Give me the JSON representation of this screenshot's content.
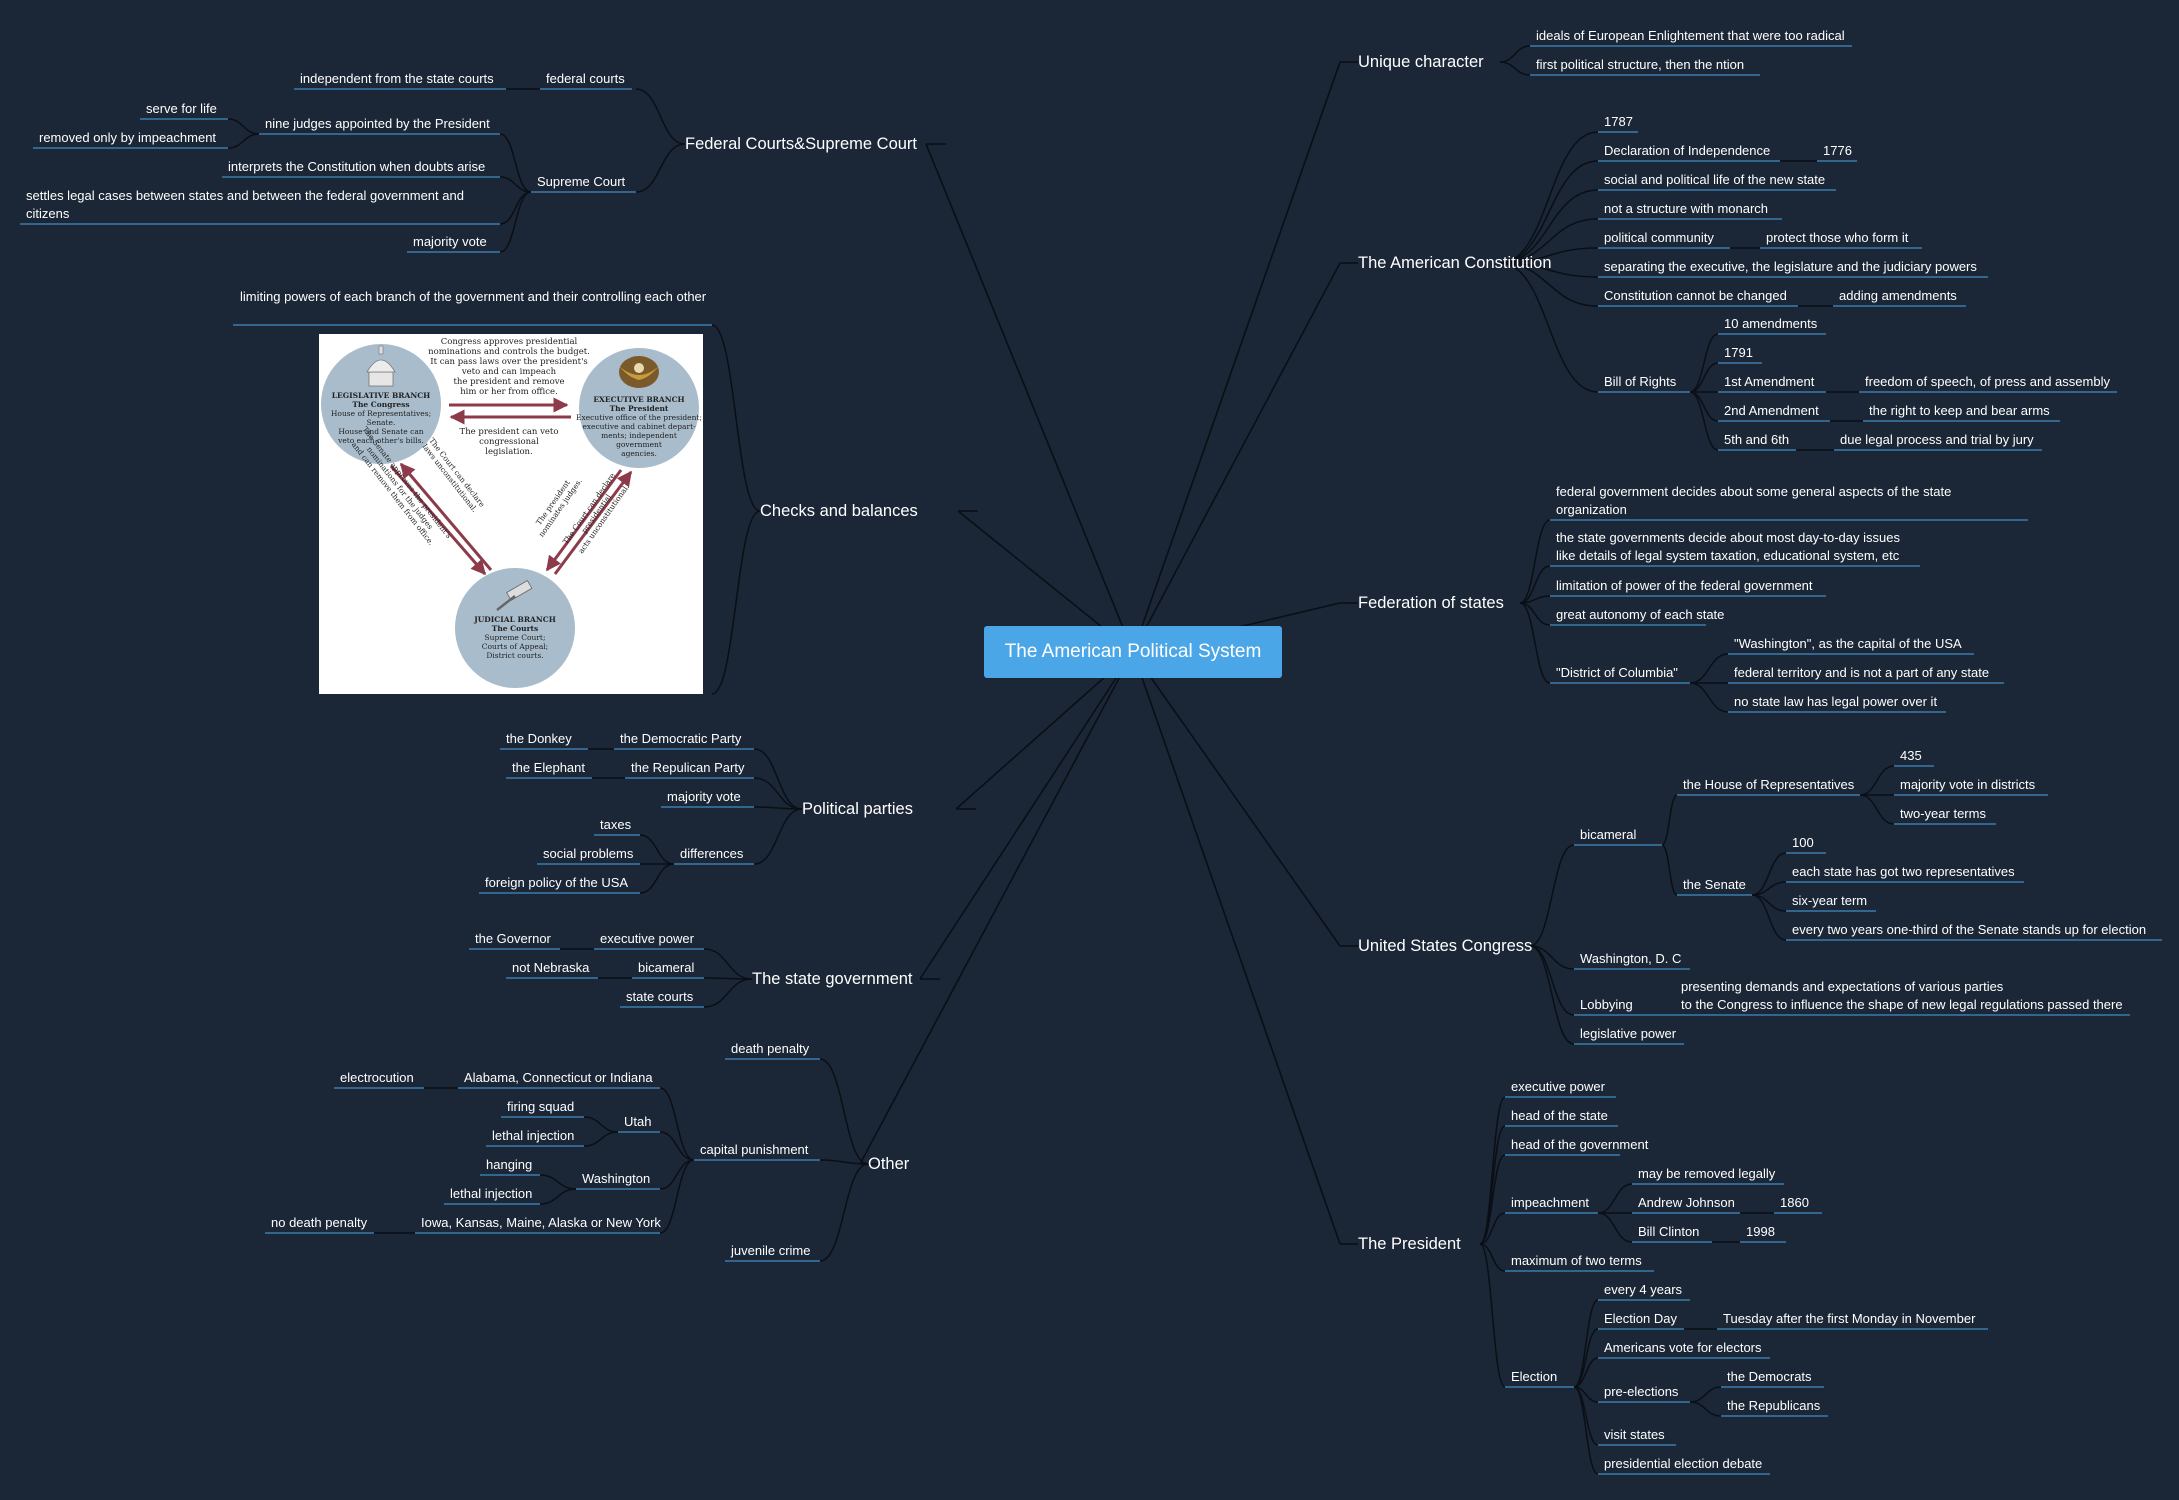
{
  "central": "The American Political System",
  "colors": {
    "background": "#1b2636",
    "central": "#4aa6e6",
    "underline": "#4aa6e6",
    "branch_line": "#0a0f16"
  },
  "right": {
    "unique": {
      "title": "Unique character",
      "items": [
        "ideals of European Enlightement that were too radical",
        "first political structure, then the ntion"
      ]
    },
    "constitution": {
      "title": "The American Constitution",
      "items": [
        "1787",
        "Declaration of Independence",
        "1776",
        "social and political life of the new state",
        "not a structure with monarch",
        "political community",
        "protect those who form it",
        "separating the executive, the legislature and the judiciary powers",
        "Constitution cannot be changed",
        "adding amendments"
      ],
      "bill": {
        "title": "Bill of Rights",
        "items": [
          "10 amendments",
          "1791",
          "1st Amendment",
          "freedom of speech, of press and assembly",
          "2nd Amendment",
          "the right to keep and bear arms",
          "5th and 6th",
          "due legal process and trial by jury"
        ]
      }
    },
    "federation": {
      "title": "Federation of states",
      "items": [
        "federal government decides about some general aspects of the state organization",
        "the state governments decide about most day-to-day issues\nlike details of legal system taxation, educational system, etc",
        "limitation of power of the federal government",
        "great autonomy of each state"
      ],
      "district": {
        "title": "\"District of Columbia\"",
        "items": [
          "\"Washington\", as the capital of the USA",
          "federal territory and is not a part of any state",
          "no state law has legal power over it"
        ]
      }
    },
    "congress": {
      "title": "United States Congress",
      "bicameral": "bicameral",
      "house": {
        "title": "the House of Representatives",
        "items": [
          "435",
          "majority vote in districts",
          "two-year terms"
        ]
      },
      "senate": {
        "title": "the Senate",
        "items": [
          "100",
          "each state has got two representatives",
          "six-year term",
          "every two years one-third of the Senate stands up for election"
        ]
      },
      "items": [
        "Washington, D. C",
        "Lobbying",
        "presenting demands and expectations of various parties\nto the Congress to influence the shape of new legal regulations passed there",
        "legislative power"
      ]
    },
    "president": {
      "title": "The President",
      "items": [
        "executive power",
        "head of the state",
        "head of the government",
        "impeachment",
        "may be removed legally",
        "Andrew Johnson",
        "1860",
        "Bill Clinton",
        "1998",
        "maximum of two terms"
      ],
      "election": {
        "title": "Election",
        "items": [
          "every 4 years",
          "Election Day",
          "Tuesday after the first Monday in November",
          "Americans vote for electors",
          "pre-elections",
          "the Democrats",
          "the Republicans",
          "visit states",
          "presidential election debate"
        ]
      }
    }
  },
  "left": {
    "courts": {
      "title": "Federal Courts&Supreme Court",
      "items": [
        "federal courts",
        "independent from the state courts",
        "Supreme Court",
        "nine judges appointed by the President",
        "serve for life",
        "removed only by impeachment",
        "interprets the Constitution when doubts arise",
        "settles legal cases between states and between the federal government and citizens",
        "majority vote"
      ]
    },
    "checks": {
      "title": "Checks and balances",
      "items": [
        "limiting powers of each branch of the government and their controlling each other"
      ],
      "image": {
        "top_text": [
          "Congress approves presidential",
          "nominations and controls the budget.",
          "It can pass laws over the president's",
          "veto and can impeach",
          "the president and remove",
          "him or her from office."
        ],
        "mid_text": [
          "The president can veto",
          "congressional",
          "legislation."
        ],
        "legislative": [
          "LEGISLATIVE BRANCH",
          "The Congress",
          "House of Representatives;",
          "Senate.",
          "House and Senate can",
          "veto each other's bills."
        ],
        "executive": [
          "EXECUTIVE BRANCH",
          "The President",
          "Executive office of the president;",
          "executive and cabinet depart-",
          "ments; independent",
          "government",
          "agencies."
        ],
        "judicial": [
          "JUDICIAL BRANCH",
          "The Courts",
          "Supreme Court;",
          "Courts of Appeal;",
          "District courts."
        ],
        "diag_left": [
          "The Senate approves the president's",
          "nominations for the judges",
          "and can remove them from office."
        ],
        "diag_left2": [
          "The Court can declare",
          "laws unconstitutional."
        ],
        "diag_right": [
          "The president",
          "nominates judges."
        ],
        "diag_right2": [
          "The Court can declare",
          "presidential",
          "acts unconstitutional."
        ]
      }
    },
    "parties": {
      "title": "Political parties",
      "items": [
        "the Democratic Party",
        "the Donkey",
        "the Repulican Party",
        "the Elephant",
        "majority vote",
        "differences",
        "taxes",
        "social problems",
        "foreign policy of the USA"
      ]
    },
    "state": {
      "title": "The state government",
      "items": [
        "executive power",
        "the Governor",
        "bicameral",
        "not Nebraska",
        "state courts"
      ]
    },
    "other": {
      "title": "Other",
      "items": [
        "death penalty",
        "capital punishment",
        "Alabama, Connecticut or Indiana",
        "electrocution",
        "Utah",
        "firing squad",
        "lethal injection",
        "Washington",
        "hanging",
        "lethal injection",
        "Iowa, Kansas, Maine, Alaska or New York",
        "no death penalty",
        "juvenile crime"
      ]
    }
  }
}
